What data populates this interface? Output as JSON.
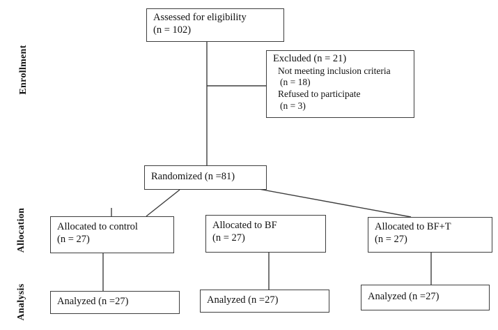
{
  "figure": {
    "type": "consort-flow-diagram",
    "background": "#ffffff",
    "line_color": "#3d3d3d",
    "text_color": "#111111"
  },
  "stages": {
    "enrollment": "Enrollment",
    "allocation": "Allocation",
    "analysis": "Analysis"
  },
  "boxes": {
    "assessed": {
      "line1": "Assessed for eligibility",
      "line2": "(n = 102)"
    },
    "excluded": {
      "title": "Excluded (n = 21)",
      "reason1": "Not meeting inclusion criteria",
      "reason1_n": "(n = 18)",
      "reason2": "Refused to participate",
      "reason2_n": "(n = 3)"
    },
    "randomized": {
      "line1": "Randomized (n =81)"
    },
    "allocated_control": {
      "line1": "Allocated to control",
      "line2": "(n = 27)"
    },
    "allocated_bf": {
      "line1": "Allocated to BF",
      "line2": "(n = 27)"
    },
    "allocated_bft": {
      "line1": "Allocated to BF+T",
      "line2": "(n = 27)"
    },
    "analyzed_control": {
      "line1": "Analyzed (n =27)"
    },
    "analyzed_bf": {
      "line1": "Analyzed (n =27)"
    },
    "analyzed_bft": {
      "line1": "Analyzed (n =27)"
    }
  }
}
